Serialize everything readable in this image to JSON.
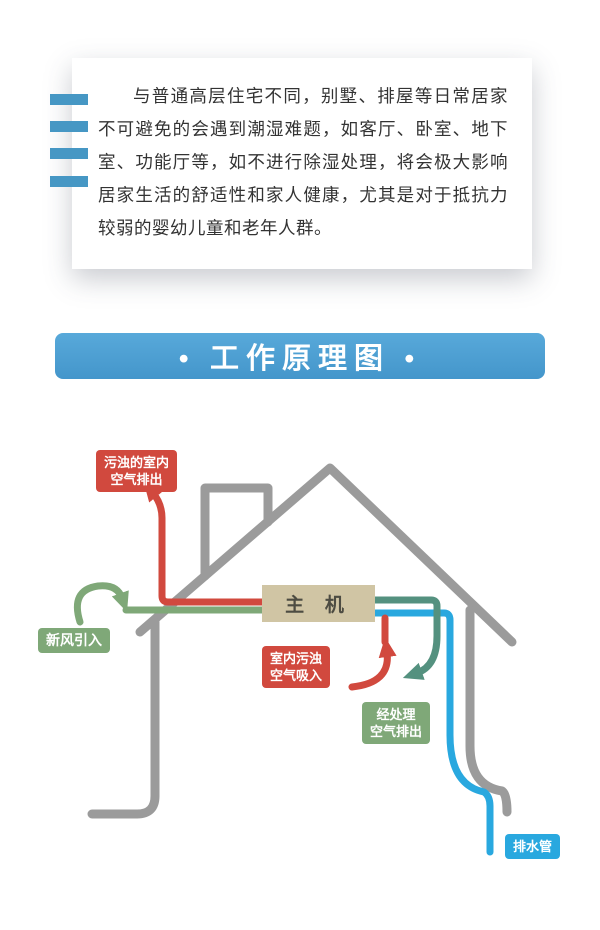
{
  "intro_card": {
    "paragraph": "与普通高层住宅不同，别墅、排屋等日常居家不可避免的会遇到潮湿难题，如客厅、卧室、地下室、功能厅等，如不进行除湿处理，将会极大影响居家生活的舒适性和家人健康，尤其是对于抵抗力较弱的婴幼儿童和老年人群。"
  },
  "banner": {
    "text": "• 工作原理图 •"
  },
  "diagram": {
    "main_unit_label": "主 机",
    "labels": {
      "exhaust_top": "污浊的室内\n空气排出",
      "fresh_air": "新风引入",
      "indoor_intake": "室内污浊\n空气吸入",
      "treated_exhaust": "经处理\n空气排出",
      "drain": "排水管"
    },
    "colors": {
      "pipe_red": "#d1493e",
      "pipe_green": "#7fa878",
      "pipe_teal": "#54917f",
      "pipe_blue": "#29a8df",
      "house_gray": "#9b9b9b",
      "unit_beige": "#d0c5a4",
      "banner_blue": "#4a9ed3",
      "accent_bar_blue": "#4697c4"
    }
  }
}
